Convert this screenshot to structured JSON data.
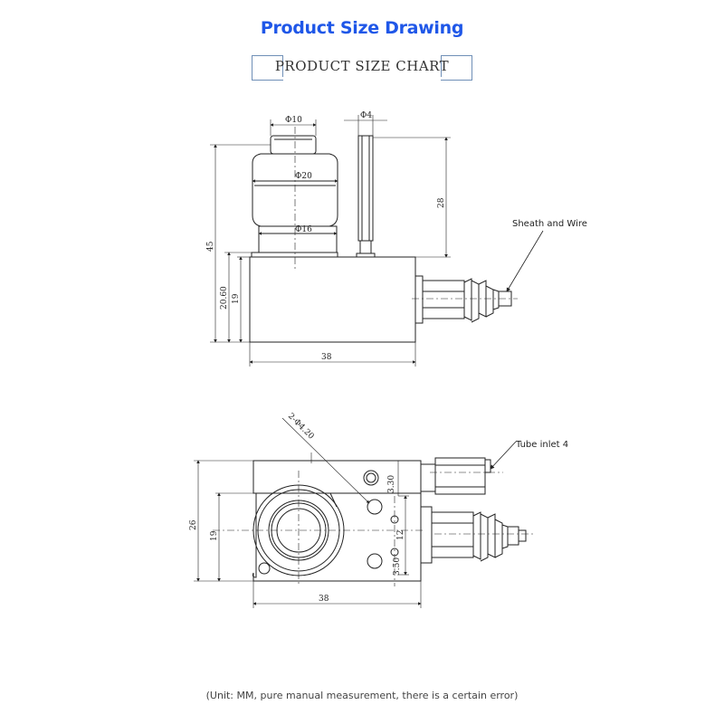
{
  "title": "Product Size Drawing",
  "subtitle": "PRODUCT SIZE CHART",
  "footnote": "(Unit: MM, pure manual measurement, there is a certain error)",
  "labels": {
    "sheath_wire": "Sheath and Wire",
    "tube_inlet": "Tube inlet 4"
  },
  "dimensions": {
    "top_phi10": "Φ10",
    "top_phi4": "Φ4",
    "top_phi20": "Φ20",
    "top_phi16": "Φ16",
    "top_45": "45",
    "top_2060": "20.60",
    "top_19": "19",
    "top_28": "28",
    "top_38": "38",
    "bot_hole": "2-Φ4.20",
    "bot_26": "26",
    "bot_19": "19",
    "bot_330": "3.30",
    "bot_12": "12",
    "bot_350": "3.50",
    "bot_38": "38"
  },
  "colors": {
    "title": "#1f57e8",
    "frame": "#6f8fb7",
    "line": "#222222"
  }
}
